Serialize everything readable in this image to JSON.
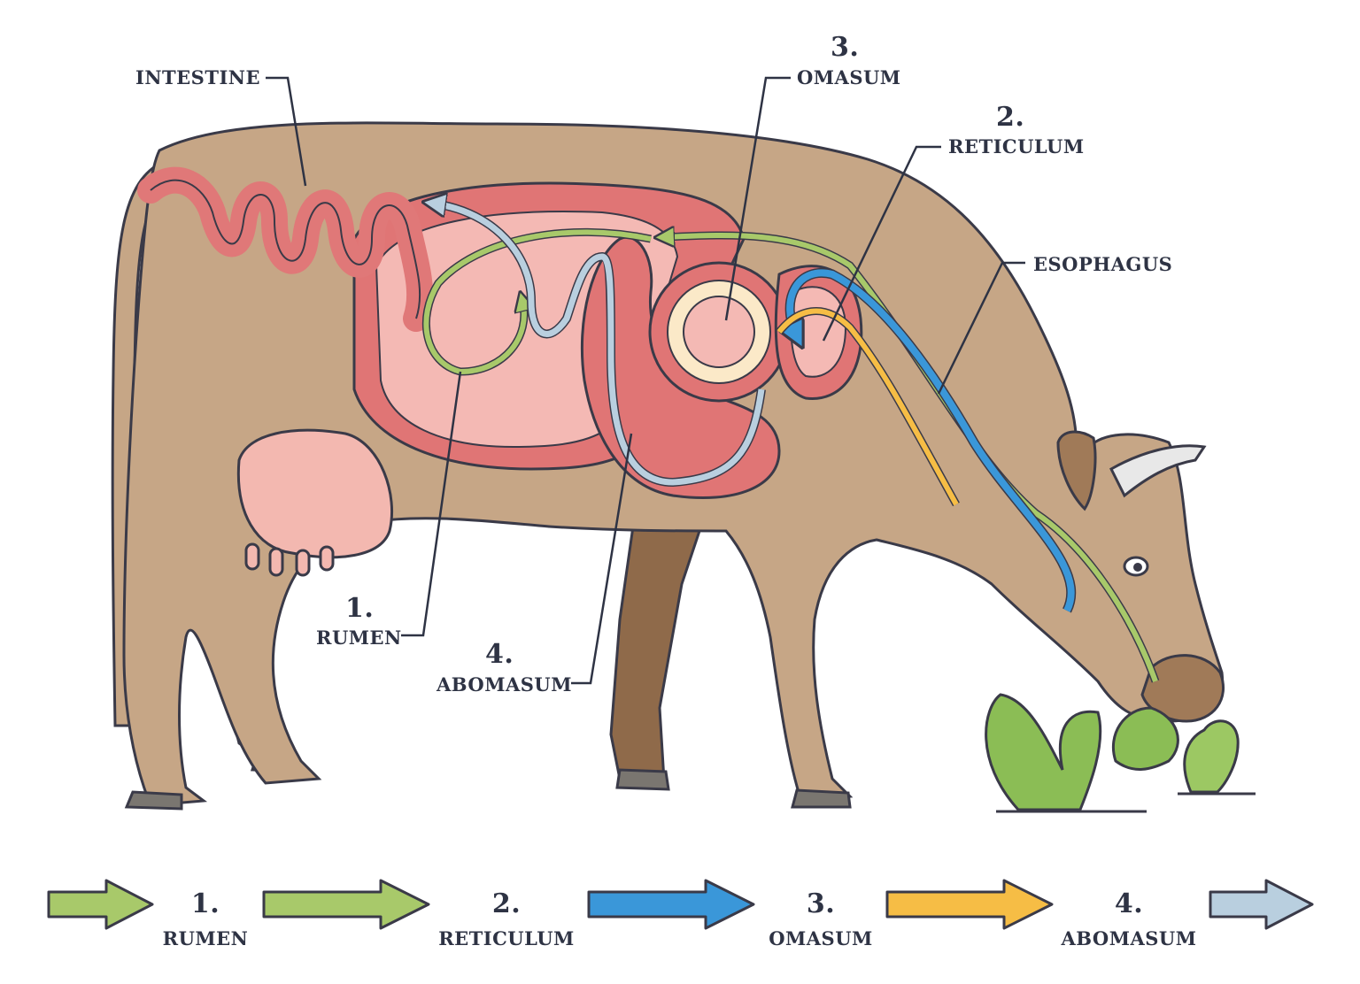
{
  "diagram": {
    "labels": {
      "intestine": "INTESTINE",
      "omasum_num": "3.",
      "omasum": "OMASUM",
      "reticulum_num": "2.",
      "reticulum": "RETICULUM",
      "esophagus": "ESOPHAGUS",
      "rumen_num": "1.",
      "rumen": "RUMEN",
      "abomasum_num": "4.",
      "abomasum": "ABOMASUM"
    },
    "colors": {
      "body": "#c6a686",
      "body_dark": "#8f6a4a",
      "outline": "#3a3a48",
      "stomach": "#e07575",
      "stomach_light": "#f4b9b4",
      "intestine": "#e07878",
      "green_arrow": "#a8c96a",
      "blue_arrow": "#3a97d9",
      "yellow_arrow": "#f6bd45",
      "lightblue_arrow": "#b9cfdf",
      "plant": "#8bbd55"
    }
  },
  "legend": {
    "steps": [
      {
        "num": "1.",
        "name": "RUMEN"
      },
      {
        "num": "2.",
        "name": "RETICULUM"
      },
      {
        "num": "3.",
        "name": "OMASUM"
      },
      {
        "num": "4.",
        "name": "ABOMASUM"
      }
    ]
  }
}
